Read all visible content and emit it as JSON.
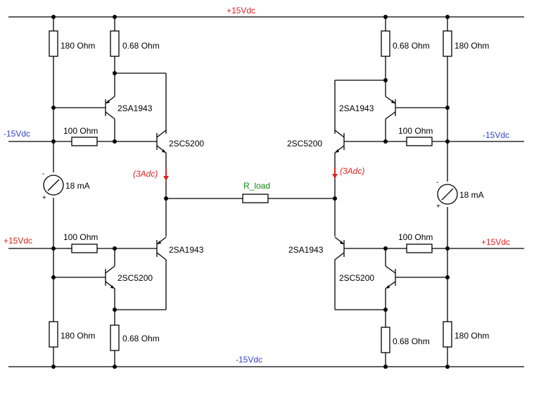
{
  "colors": {
    "wire": "#000000",
    "positive_rail": "#dd2222",
    "negative_rail": "#3344cc",
    "load_label": "#118811",
    "current_arrow": "#dd2222"
  },
  "rails": {
    "top": "+15Vdc",
    "bottom": "-15Vdc",
    "left_neg": "-15Vdc",
    "left_pos": "+15Vdc",
    "right_neg": "-15Vdc",
    "right_pos": "+15Vdc"
  },
  "left": {
    "r_top_bias": "180 Ohm",
    "r_top_emitter": "0.68 Ohm",
    "q_top_driver": "2SA1943",
    "r_top_base": "100 Ohm",
    "q_top_output": "2SC5200",
    "current": "(3Adc)",
    "source": "18 mA",
    "r_bot_base": "100 Ohm",
    "q_bot_output": "2SA1943",
    "q_bot_driver": "2SC5200",
    "r_bot_bias": "180 Ohm",
    "r_bot_emitter": "0.68 Ohm",
    "src_minus": "-",
    "src_plus": "+"
  },
  "right": {
    "r_top_emitter": "0.68 Ohm",
    "r_top_bias": "180 Ohm",
    "q_top_driver": "2SA1943",
    "q_top_output": "2SC5200",
    "r_top_base": "100 Ohm",
    "current": "(3Adc)",
    "source": "18 mA",
    "q_bot_output": "2SA1943",
    "r_bot_base": "100 Ohm",
    "q_bot_driver": "2SC5200",
    "r_bot_emitter": "0.68 Ohm",
    "r_bot_bias": "180 Ohm",
    "src_minus": "-",
    "src_plus": "+"
  },
  "load": "R_load"
}
